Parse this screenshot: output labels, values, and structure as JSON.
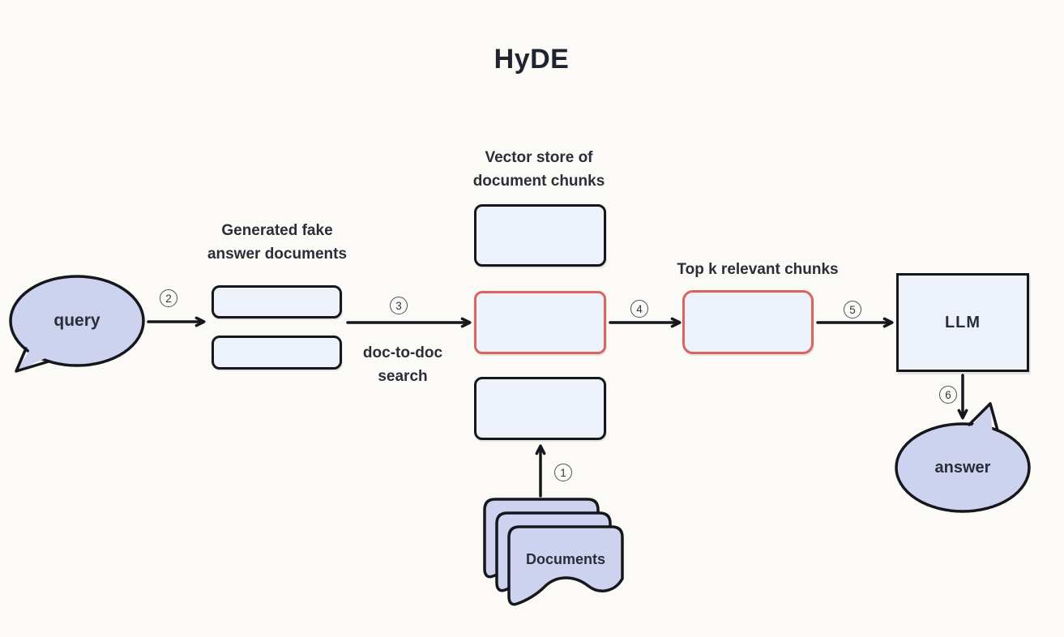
{
  "title": "HyDE",
  "colors": {
    "background": "#fbfaf7",
    "ink": "#15171c",
    "text": "#2b2e38",
    "box_fill": "#edf1fa",
    "bubble_fill": "#cdd3ee",
    "red_stroke": "#d9655e"
  },
  "nodes": {
    "query": {
      "label": "query"
    },
    "fake_docs": {
      "label": "Generated fake\nanswer documents"
    },
    "vector_store": {
      "label": "Vector store of\ndocument chunks"
    },
    "doc_to_doc": {
      "label": "doc-to-doc\nsearch"
    },
    "top_k": {
      "label": "Top k relevant chunks"
    },
    "llm": {
      "label": "LLM"
    },
    "answer": {
      "label": "answer"
    },
    "documents": {
      "label": "Documents"
    }
  },
  "steps": [
    "1",
    "2",
    "3",
    "4",
    "5",
    "6"
  ]
}
